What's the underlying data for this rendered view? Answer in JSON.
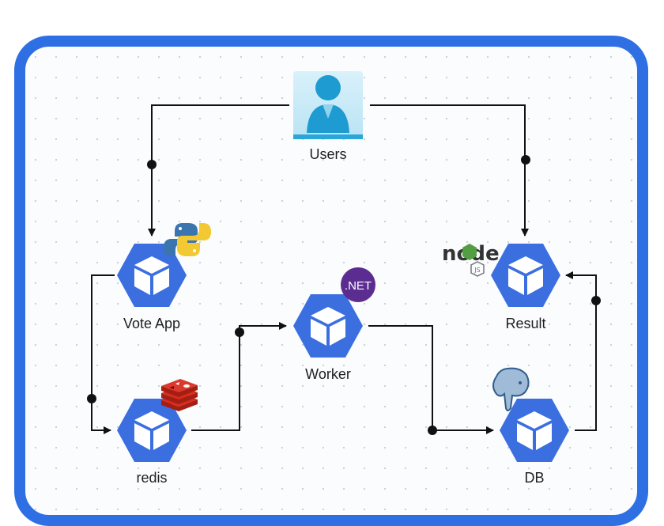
{
  "diagram": {
    "nodes": {
      "users": {
        "label": "Users",
        "icon": "user-icon"
      },
      "vote": {
        "label": "Vote App",
        "icon": "kubernetes-pod-icon",
        "badge": "python-logo-icon"
      },
      "redis": {
        "label": "redis",
        "icon": "kubernetes-pod-icon",
        "badge": "redis-logo-icon"
      },
      "worker": {
        "label": "Worker",
        "icon": "kubernetes-pod-icon",
        "badge": ".NET"
      },
      "result": {
        "label": "Result",
        "icon": "kubernetes-pod-icon",
        "badge": "nodejs-logo-icon"
      },
      "db": {
        "label": "DB",
        "icon": "kubernetes-pod-icon",
        "badge": "postgresql-logo-icon"
      }
    },
    "badges": {
      "node_word": "node",
      "node_js": "JS"
    },
    "edges": [
      {
        "from": "Users",
        "to": "Vote App"
      },
      {
        "from": "Users",
        "to": "Result"
      },
      {
        "from": "Vote App",
        "to": "redis"
      },
      {
        "from": "redis",
        "to": "Worker"
      },
      {
        "from": "Worker",
        "to": "DB"
      },
      {
        "from": "DB",
        "to": "Result"
      }
    ],
    "colors": {
      "frame": "#2f6fe4",
      "pod": "#3b6fe0",
      "line": "#111111",
      "dotnet": "#5c2d91",
      "redis": "#d82c20",
      "node_green": "#539e43"
    }
  }
}
